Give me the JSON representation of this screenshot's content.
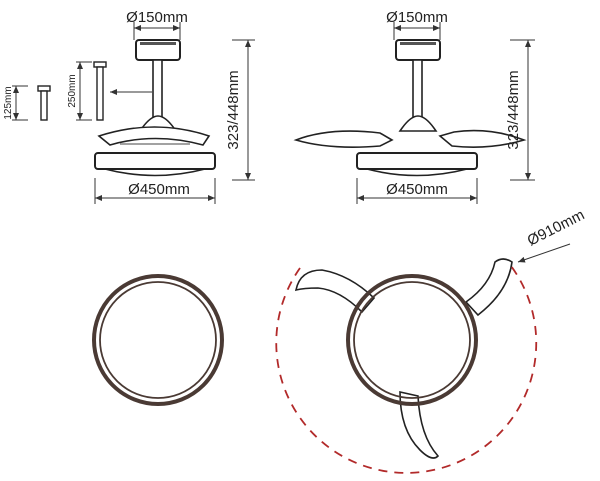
{
  "diagram": {
    "views": {
      "side_folded": {
        "top_diameter": "Ø150mm",
        "height": "323/448mm",
        "bottom_diameter": "Ø450mm"
      },
      "side_open": {
        "top_diameter": "Ø150mm",
        "height": "323/448mm",
        "bottom_diameter": "Ø450mm"
      },
      "downrods": {
        "short_rod": "125mm",
        "long_rod": "250mm"
      },
      "blade_span": {
        "diameter": "Ø910mm"
      }
    },
    "colors": {
      "outline": "#222222",
      "ring": "#4a3a34",
      "span_arc": "#b22a2a"
    }
  }
}
